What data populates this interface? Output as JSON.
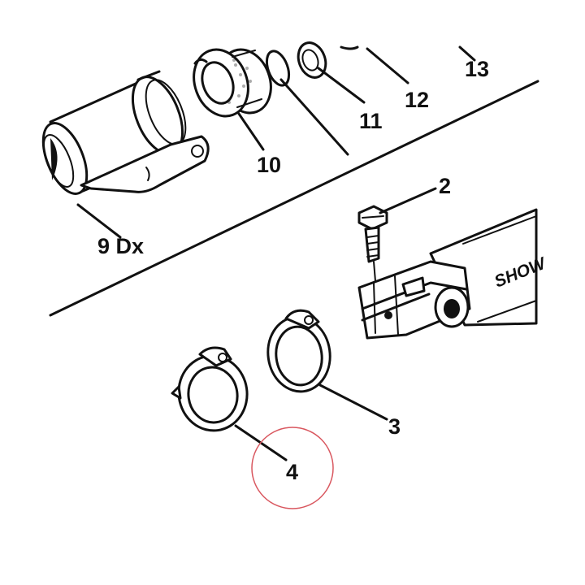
{
  "callouts": {
    "c2": "2",
    "c3": "3",
    "c4": "4",
    "c9": "9 Dx",
    "c10": "10",
    "c11": "11",
    "c12": "12",
    "c13": "13"
  },
  "brand_mark": "SHOW",
  "highlight_color": "#d9575f"
}
